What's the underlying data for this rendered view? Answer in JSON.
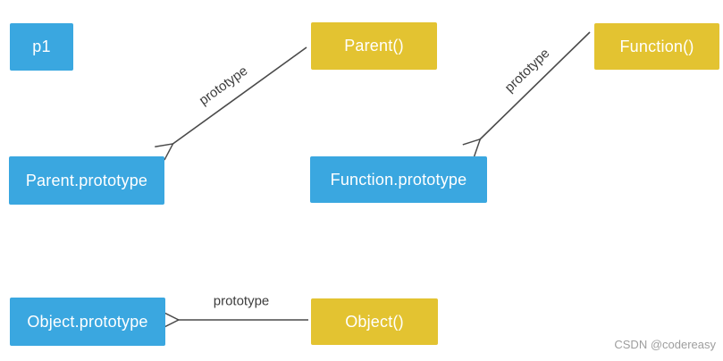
{
  "diagram": {
    "boxes": [
      {
        "id": "p1",
        "label": "p1",
        "kind": "instance-blue"
      },
      {
        "id": "parent-constructor",
        "label": "Parent()",
        "kind": "constructor-yellow"
      },
      {
        "id": "function-constructor",
        "label": "Function()",
        "kind": "constructor-yellow"
      },
      {
        "id": "parent-prototype",
        "label": "Parent.prototype",
        "kind": "prototype-blue"
      },
      {
        "id": "function-prototype",
        "label": "Function.prototype",
        "kind": "prototype-blue"
      },
      {
        "id": "object-prototype",
        "label": "Object.prototype",
        "kind": "prototype-blue"
      },
      {
        "id": "object-constructor",
        "label": "Object()",
        "kind": "constructor-yellow"
      }
    ],
    "arrows": [
      {
        "label": "prototype",
        "from": "Parent()",
        "to": "Parent.prototype"
      },
      {
        "label": "prototype",
        "from": "Function()",
        "to": "Function.prototype"
      },
      {
        "label": "prototype",
        "from": "Object()",
        "to": "Object.prototype"
      }
    ],
    "colors": {
      "blue_box": "#3AA7E0",
      "yellow_box": "#E3C331",
      "box_text": "#FFFFFF",
      "arrow": "#4A4A4A",
      "label_text": "#3D3D3D",
      "watermark": "#9E9E9E",
      "background": "#FFFFFF"
    }
  },
  "watermark": "CSDN @codereasy"
}
